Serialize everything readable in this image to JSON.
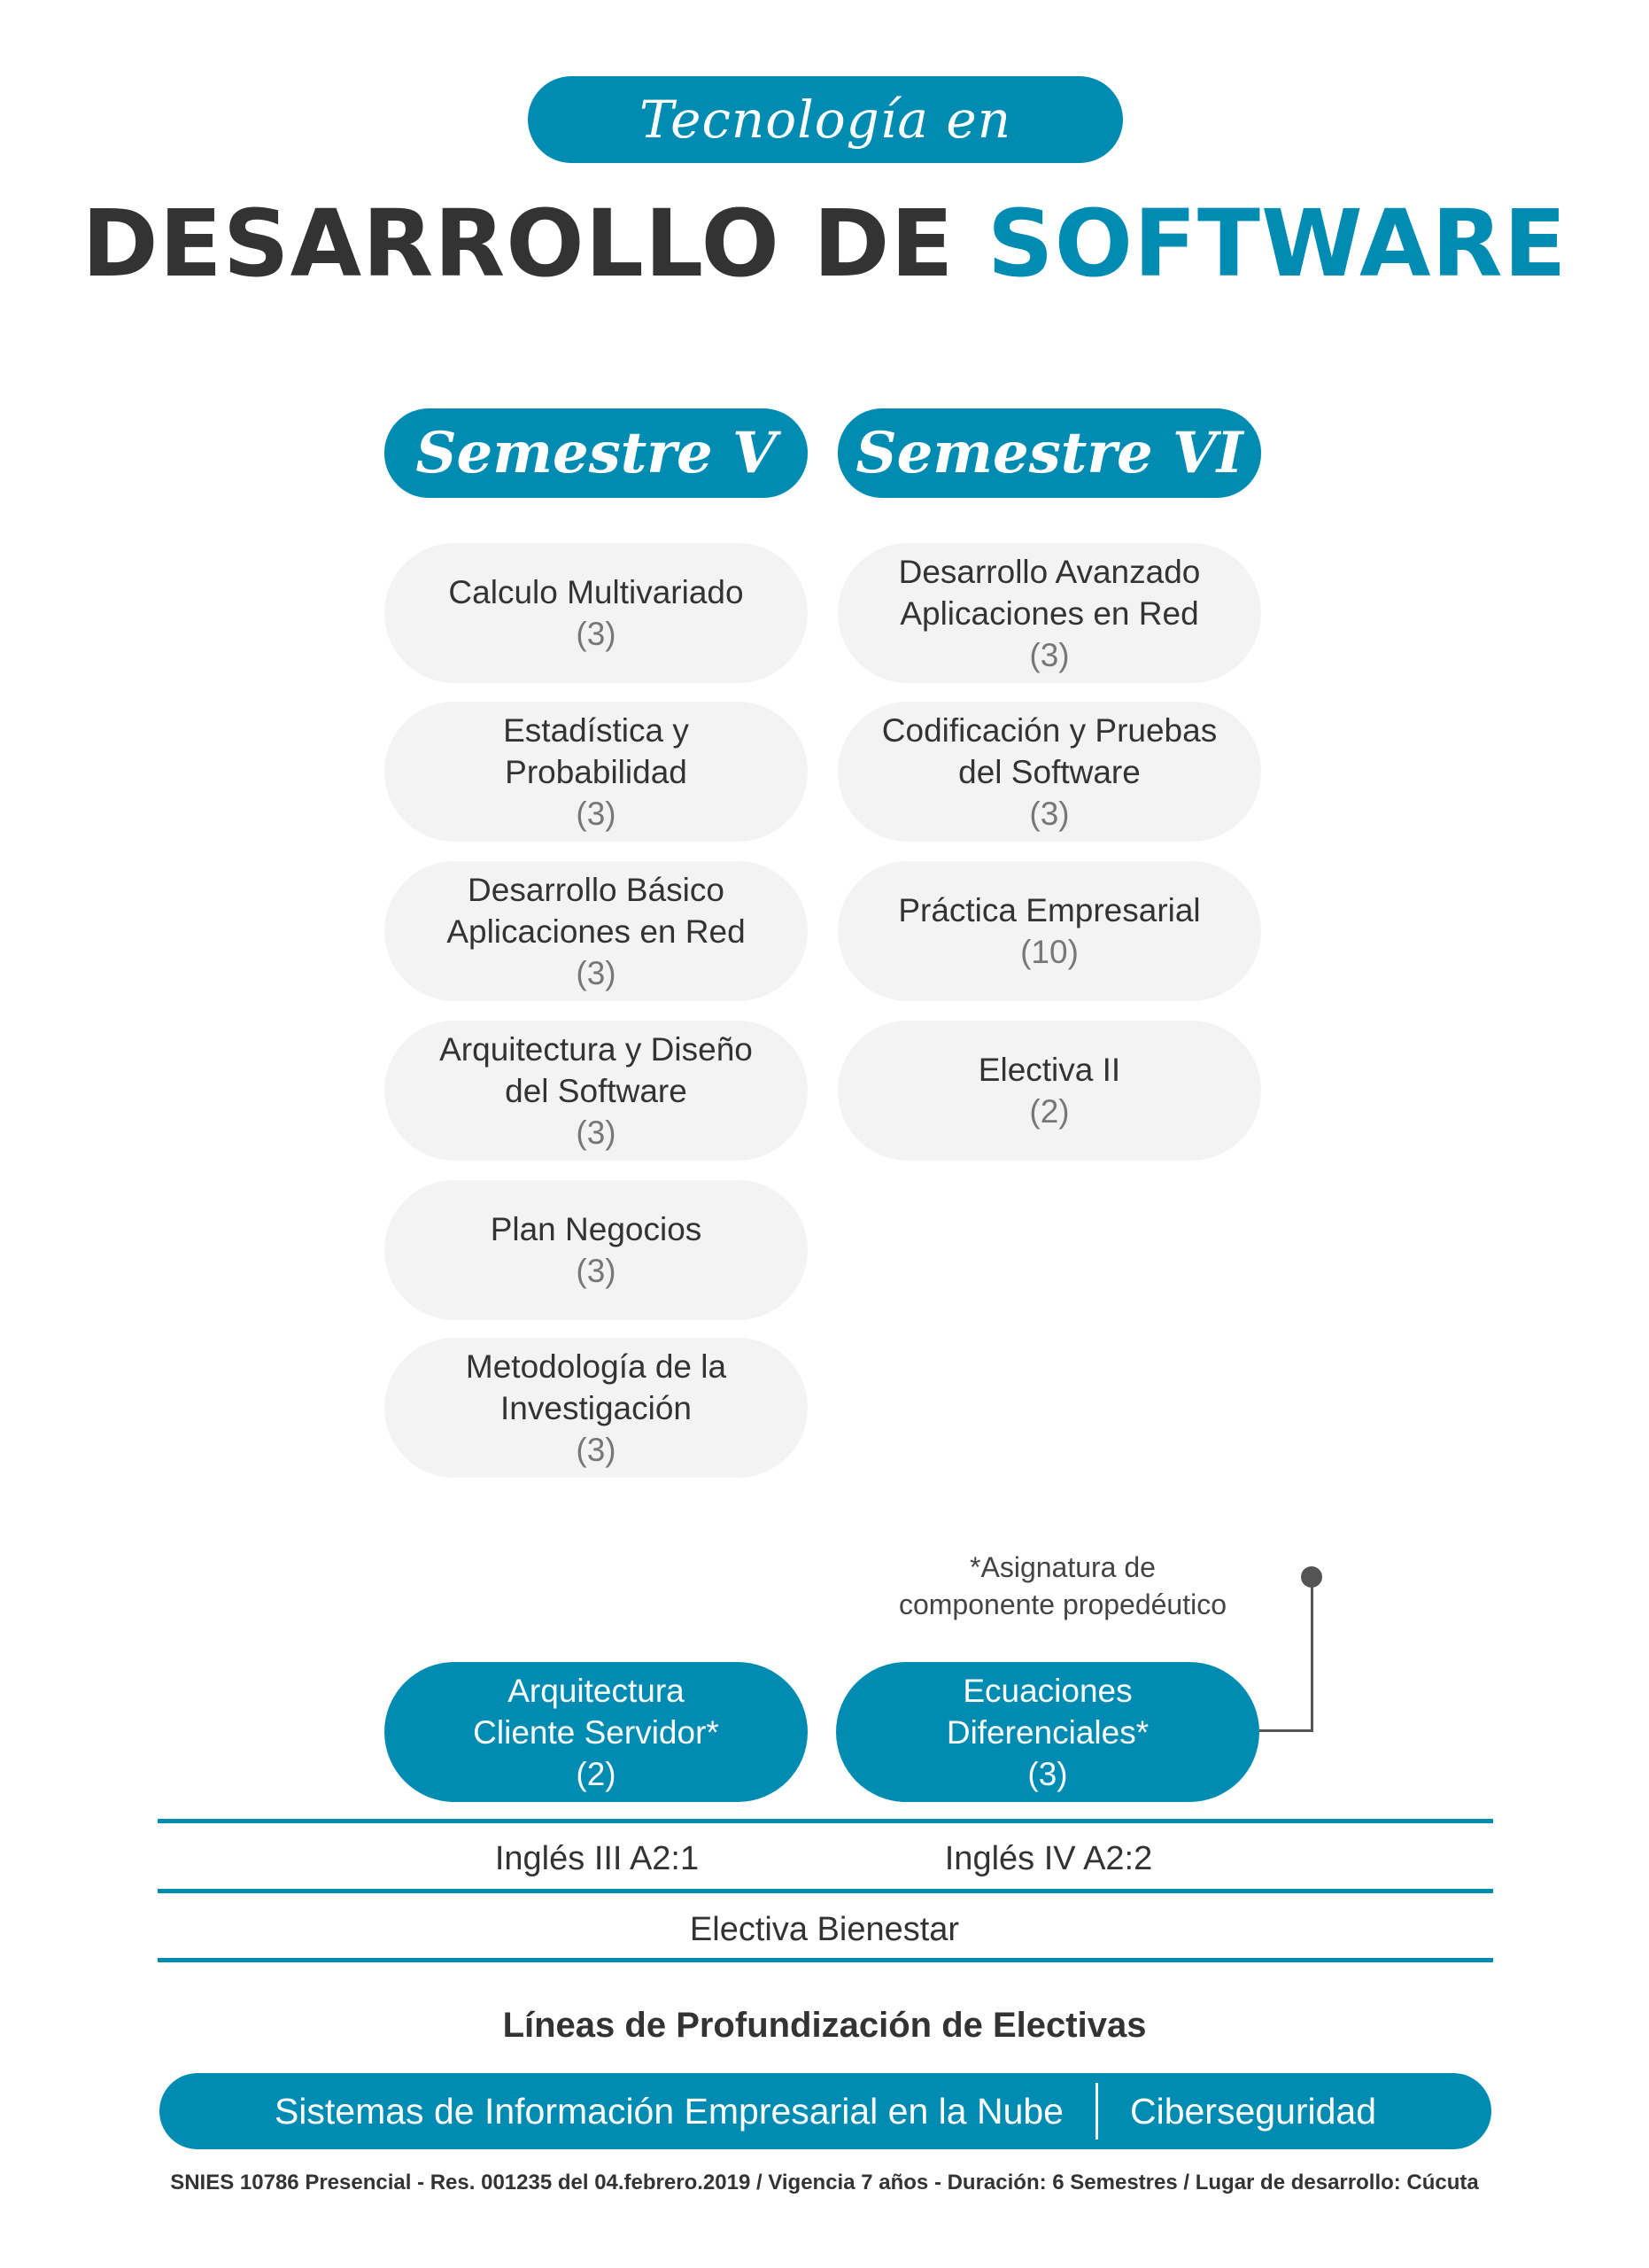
{
  "header": {
    "subtitle": "Tecnología en",
    "title_dark": "DESARROLLO DE",
    "title_accent": "SOFTWARE"
  },
  "semesters": [
    {
      "label": "Semestre V",
      "courses": [
        {
          "name": "Calculo Multivariado",
          "credits": "(3)"
        },
        {
          "name": "Estadística y Probabilidad",
          "credits": "(3)"
        },
        {
          "name": "Desarrollo Básico Aplicaciones en Red",
          "credits": "(3)"
        },
        {
          "name": "Arquitectura y Diseño del Software",
          "credits": "(3)"
        },
        {
          "name": "Plan Negocios",
          "credits": "(3)"
        },
        {
          "name": "Metodología de la Investigación",
          "credits": "(3)"
        }
      ]
    },
    {
      "label": "Semestre VI",
      "courses": [
        {
          "name": "Desarrollo Avanzado Aplicaciones en Red",
          "credits": "(3)"
        },
        {
          "name": "Codificación y Pruebas del Software",
          "credits": "(3)"
        },
        {
          "name": "Práctica Empresarial",
          "credits": "(10)"
        },
        {
          "name": "Electiva II",
          "credits": "(2)"
        }
      ]
    }
  ],
  "footnote": {
    "line1": "*Asignatura de",
    "line2": "componente propedéutico"
  },
  "special_courses": [
    {
      "line1": "Arquitectura",
      "line2": "Cliente Servidor*",
      "credits": "(2)"
    },
    {
      "line1": "Ecuaciones",
      "line2": "Diferenciales*",
      "credits": "(3)"
    }
  ],
  "languages": [
    "Inglés III A2:1",
    "Inglés IV A2:2"
  ],
  "bienestar": "Electiva Bienestar",
  "lineas": {
    "title": "Líneas de Profundización de Electivas",
    "items": [
      "Sistemas de Información Empresarial en la Nube",
      "Ciberseguridad"
    ]
  },
  "bottom_note": "SNIES 10786 Presencial - Res. 001235 del 04.febrero.2019 / Vigencia 7 años - Duración: 6 Semestres / Lugar de desarrollo: Cúcuta",
  "colors": {
    "accent": "#008cb2",
    "card_bg": "#f3f3f3",
    "text_dark": "#333333"
  }
}
